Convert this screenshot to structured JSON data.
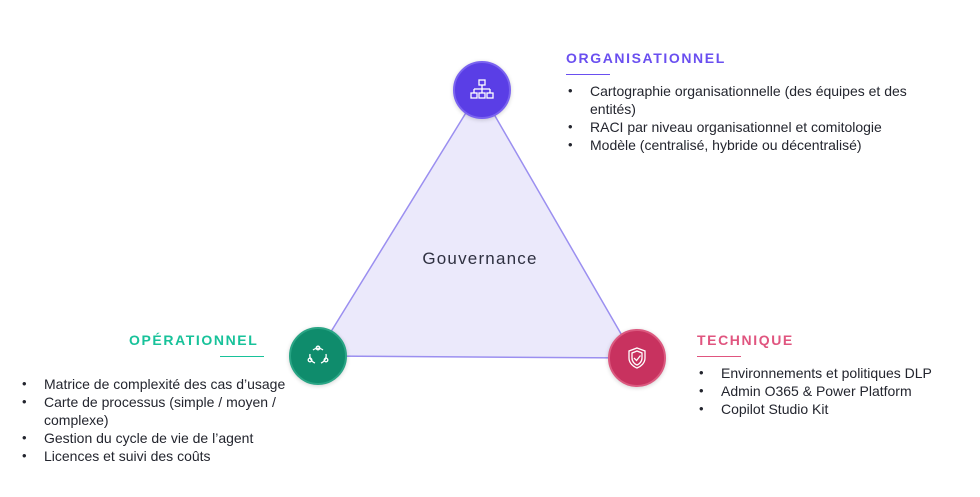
{
  "center": {
    "label": "Gouvernance"
  },
  "colors": {
    "organisationnel": "#6a4ff0",
    "operationnel": "#18c29a",
    "technique": "#e0557f",
    "triangle_fill": "#ebe9fb",
    "triangle_stroke": "#9b8ff0"
  },
  "icons": {
    "organisationnel": "org-chart-icon",
    "operationnel": "cycle-icon",
    "technique": "shield-check-icon"
  },
  "organisationnel": {
    "title": "ORGANISATIONNEL",
    "items": [
      "Cartographie organisationnelle (des équipes et des entités)",
      "RACI par niveau organisationnel et comitologie",
      "Modèle (centralisé, hybride ou décentralisé)"
    ]
  },
  "operationnel": {
    "title": "OPÉRATIONNEL",
    "items": [
      "Matrice de complexité des cas d’usage",
      "Carte de processus (simple / moyen / complexe)",
      "Gestion du cycle de vie de l’agent",
      "Licences et suivi des coûts"
    ]
  },
  "technique": {
    "title": "TECHNIQUE",
    "items": [
      "Environnements et politiques DLP",
      "Admin O365 & Power Platform",
      "Copilot Studio Kit"
    ]
  }
}
